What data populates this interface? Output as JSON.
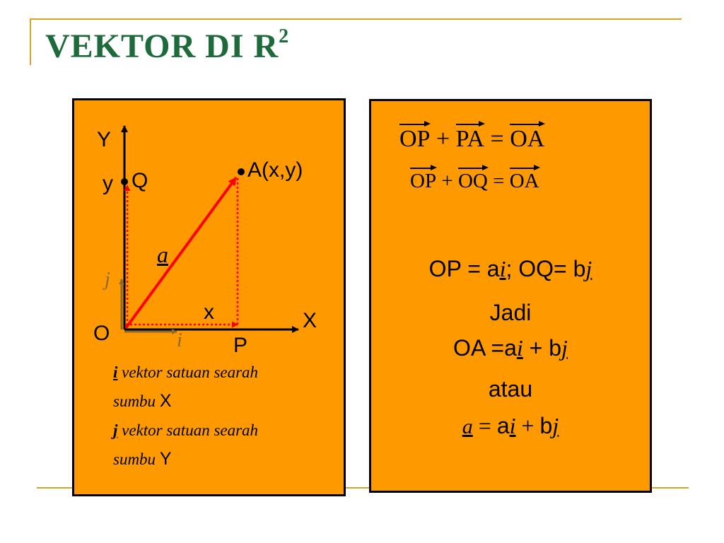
{
  "title": {
    "text": "VEKTOR DI R",
    "sup": "2"
  },
  "diagram": {
    "axis_y": "Y",
    "axis_x": "X",
    "y_label": "y",
    "q_label": "Q",
    "a_point": "A(x,y)",
    "vector_a": "a",
    "j_label": "j",
    "i_label": "i",
    "x_label": "x",
    "o_label": "O",
    "p_label": "P",
    "colors": {
      "vector": "#ff0000",
      "projection": "#ff0000",
      "axis": "#000000",
      "unit_vectors": "#8a6a2f"
    }
  },
  "legend": {
    "i_sym": "i",
    "i_text": " vektor satuan searah",
    "i_text2": "sumbu ",
    "i_axis": "X",
    "j_sym": "j",
    "j_text": " vektor satuan searah",
    "j_text2": "sumbu ",
    "j_axis": "Y"
  },
  "equations": {
    "eq1": {
      "v1": "OP",
      "op1": " + ",
      "v2": "PA",
      "op2": " = ",
      "v3": "OA"
    },
    "eq2": {
      "v1": "OP",
      "op1": " + ",
      "v2": "OQ",
      "op2": " = ",
      "v3": "OA"
    }
  },
  "right_text": {
    "line1_a": "OP = a",
    "i": "i",
    "line1_b": "; OQ= b",
    "j": "j",
    "jadi": "Jadi",
    "line3_a": "OA =a",
    "line3_b": " + b",
    "atau": "atau",
    "vec_a": "a",
    "line5_eq": " = ",
    "line5_a": "a",
    "line5_plus": " + ",
    "line5_b": "b"
  },
  "colors": {
    "panel": "#ff9900",
    "title": "#1d6a3a",
    "rule": "#d6a429"
  }
}
